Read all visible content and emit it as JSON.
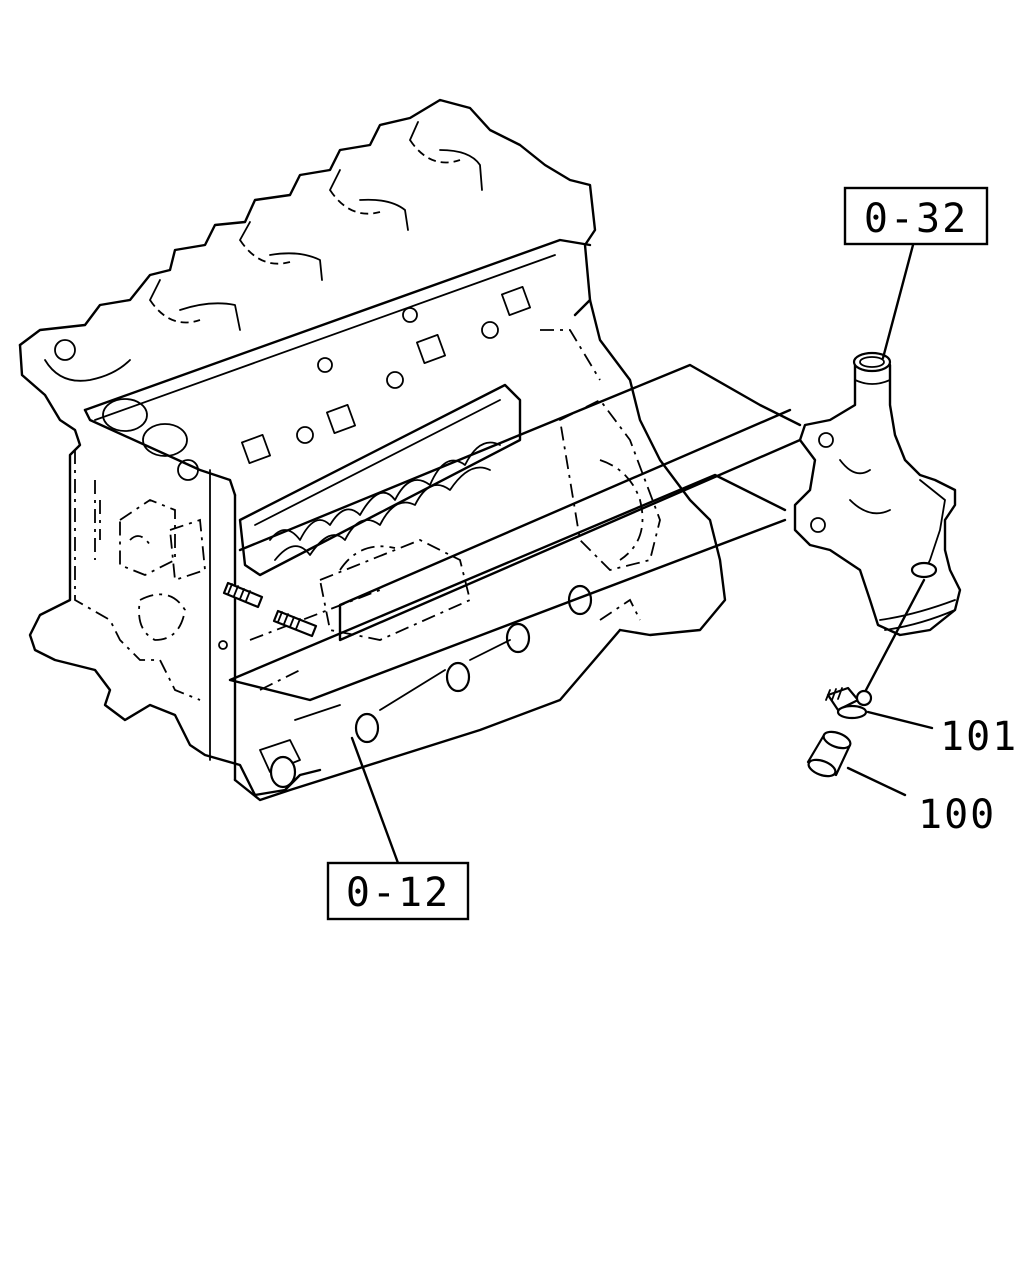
{
  "labels": {
    "ref_top": "0-32",
    "ref_bottom": "0-12",
    "part_101": "101",
    "part_100": "100"
  }
}
